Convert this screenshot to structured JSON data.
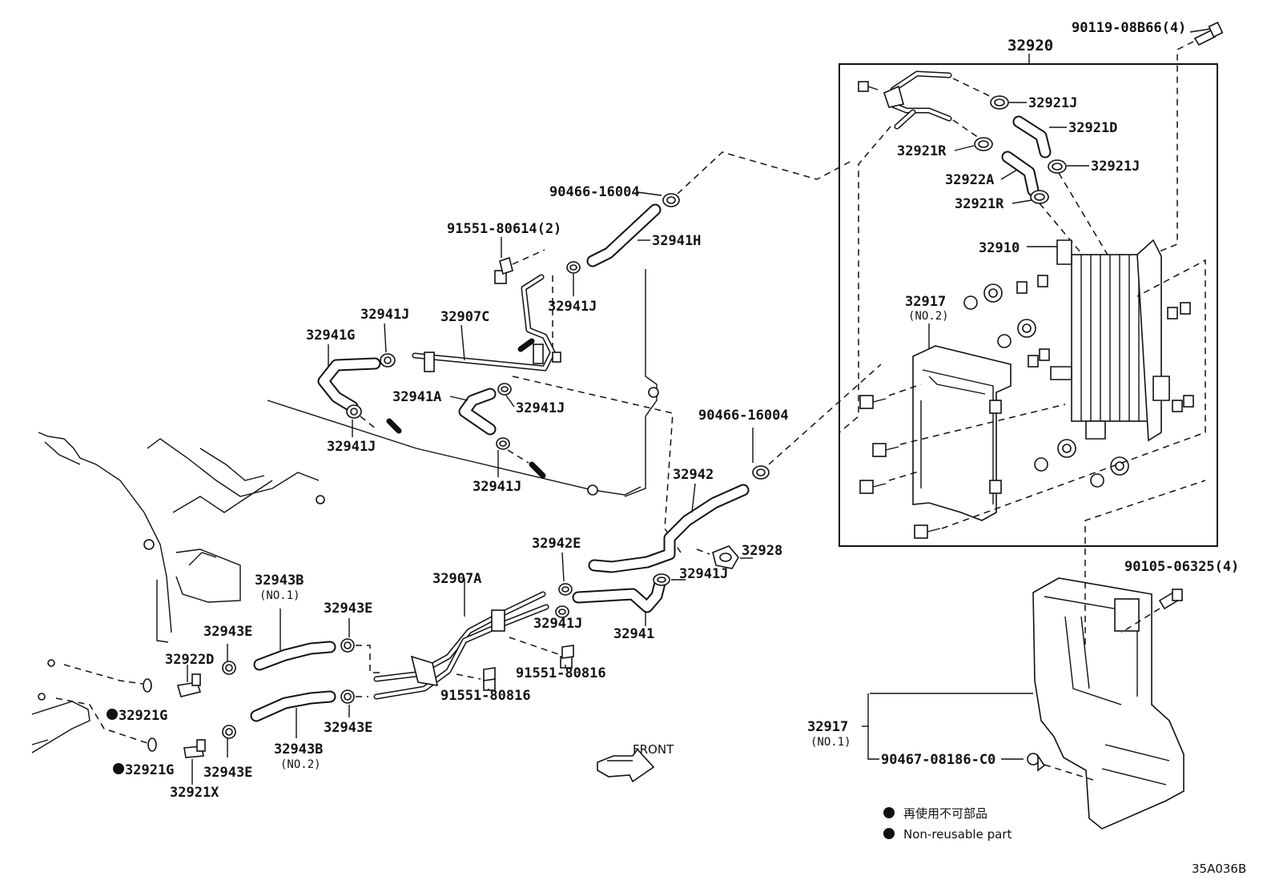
{
  "labels": {
    "p32920": "32920",
    "p90119": "90119-08B66(4)",
    "p32921J_a": "32921J",
    "p32921D": "32921D",
    "p32921R_a": "32921R",
    "p32921J_b": "32921J",
    "p32922A": "32922A",
    "p32921R_b": "32921R",
    "p32910": "32910",
    "p32917_no2": "32917",
    "p32917_no2_sub": "(NO.2)",
    "p90466_a": "90466-16004",
    "p91551_80614": "91551-80614(2)",
    "p32941H": "32941H",
    "p32941J_a": "32941J",
    "p32941J_b": "32941J",
    "p32907C": "32907C",
    "p32941G": "32941G",
    "p32941A": "32941A",
    "p32941J_c": "32941J",
    "p32941J_d": "32941J",
    "p32941J_e": "32941J",
    "p90466_b": "90466-16004",
    "p32942": "32942",
    "p32928": "32928",
    "p32942E": "32942E",
    "p32941J_f": "32941J",
    "p32941J_g": "32941J",
    "p32941": "32941",
    "p32907A": "32907A",
    "p91551_80816_a": "91551-80816",
    "p91551_80816_b": "91551-80816",
    "p32943B_no1": "32943B",
    "p32943B_no1_sub": "(NO.1)",
    "p32943E_a": "32943E",
    "p32943E_b": "32943E",
    "p32922D": "32922D",
    "p32943E_c": "32943E",
    "p32921G_a": "32921G",
    "p32943B_no2": "32943B",
    "p32943B_no2_sub": "(NO.2)",
    "p32943E_d": "32943E",
    "p32921G_b": "32921G",
    "p32921X": "32921X",
    "p90105": "90105-06325(4)",
    "p32917_no1": "32917",
    "p32917_no1_sub": "(NO.1)",
    "p90467": "90467-08186-C0"
  },
  "front_label": "FRONT",
  "legend": {
    "japanese": "再使用不可部品",
    "english": "Non-reusable part"
  },
  "diagram_code": "35A036B"
}
